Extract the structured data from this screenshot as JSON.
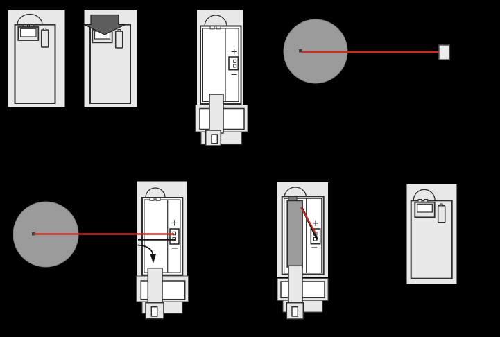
{
  "diagram": {
    "kind": "battery-installation-instruction-diagram",
    "background": "black",
    "visible_text_note": "only plus and minus polarity symbols are rendered"
  },
  "symbols": {
    "plus": "+",
    "minus": "−"
  },
  "colors": {
    "background": "#000000",
    "device-body": "#e8e8e8",
    "device-outline": "#2e2e2e",
    "panel-white": "#ffffff",
    "battery-gray": "#9b9b9b",
    "arrow-gray": "#5d5d5d",
    "wire-red": "#d22b1e",
    "wire-black": "#141414",
    "strap-outline": "#4a4a4a"
  },
  "icons": {
    "press-arrow-icon": "thick dark block arrow pointing down onto dome",
    "dome-icon": "semicircular dome on top of device",
    "curved-arrow-icon": "thin black arrow curving right then down",
    "battery-cell-icon": "large gray filled circle with red lead wire",
    "connector-icon": "small rectangle plug at end of red wire",
    "polarity-plus-icon": "+",
    "polarity-minus-icon": "−"
  }
}
